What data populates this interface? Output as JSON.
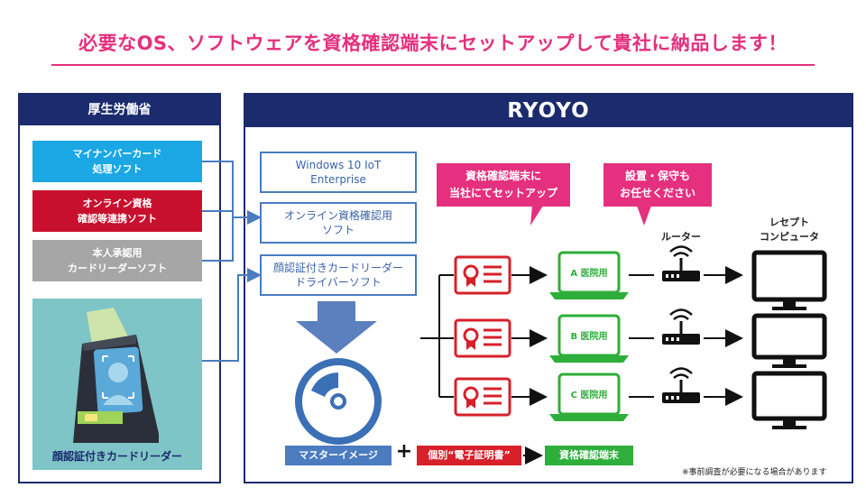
{
  "headline": "必要なOS、ソフトウェアを資格確認端末にセットアップして貴社に納品します！",
  "left_panel": {
    "title": "厚生労働省",
    "sources": [
      {
        "label_line1": "マイナンバーカード",
        "label_line2": "処理ソフト",
        "color": "#1aa7e4"
      },
      {
        "label_line1": "オンライン資格",
        "label_line2": "確認等連携ソフト",
        "color": "#c8102e"
      },
      {
        "label_line1": "本人承認用",
        "label_line2": "カードリーダーソフト",
        "color": "#a6a6a6"
      }
    ],
    "card_reader_label": "顔認証付きカードリーダー"
  },
  "right_panel": {
    "title": "RYOYO",
    "stack": [
      {
        "line1": "Windows 10 IoT",
        "line2": "Enterprise"
      },
      {
        "line1": "オンライン資格確認用",
        "line2": "ソフト"
      },
      {
        "line1": "顔認証付きカードリーダー",
        "line2": "ドライバーソフト"
      }
    ],
    "bubble_setup": {
      "line1": "資格確認端末に",
      "line2": "当社にてセットアップ"
    },
    "bubble_install": {
      "line1": "設置・保守も",
      "line2": "お任せください"
    },
    "router_label": "ルーター",
    "receipt_label_line1": "レセプト",
    "receipt_label_line2": "コンピュータ",
    "hospitals": [
      "A 医院用",
      "B 医院用",
      "C 医院用"
    ],
    "bottom": {
      "master_image": "マスターイメージ",
      "plus": "+",
      "certificate": "個別“電子証明書”",
      "terminal": "資格確認端末"
    },
    "note": "※事前調査が必要になる場合があります"
  },
  "colors": {
    "accent_pink": "#e4307e",
    "navy": "#1b2b6e",
    "stack_blue": "#4a7cbf",
    "green": "#2eae3a",
    "red": "#d8202a",
    "teal": "#7fc4c6"
  }
}
